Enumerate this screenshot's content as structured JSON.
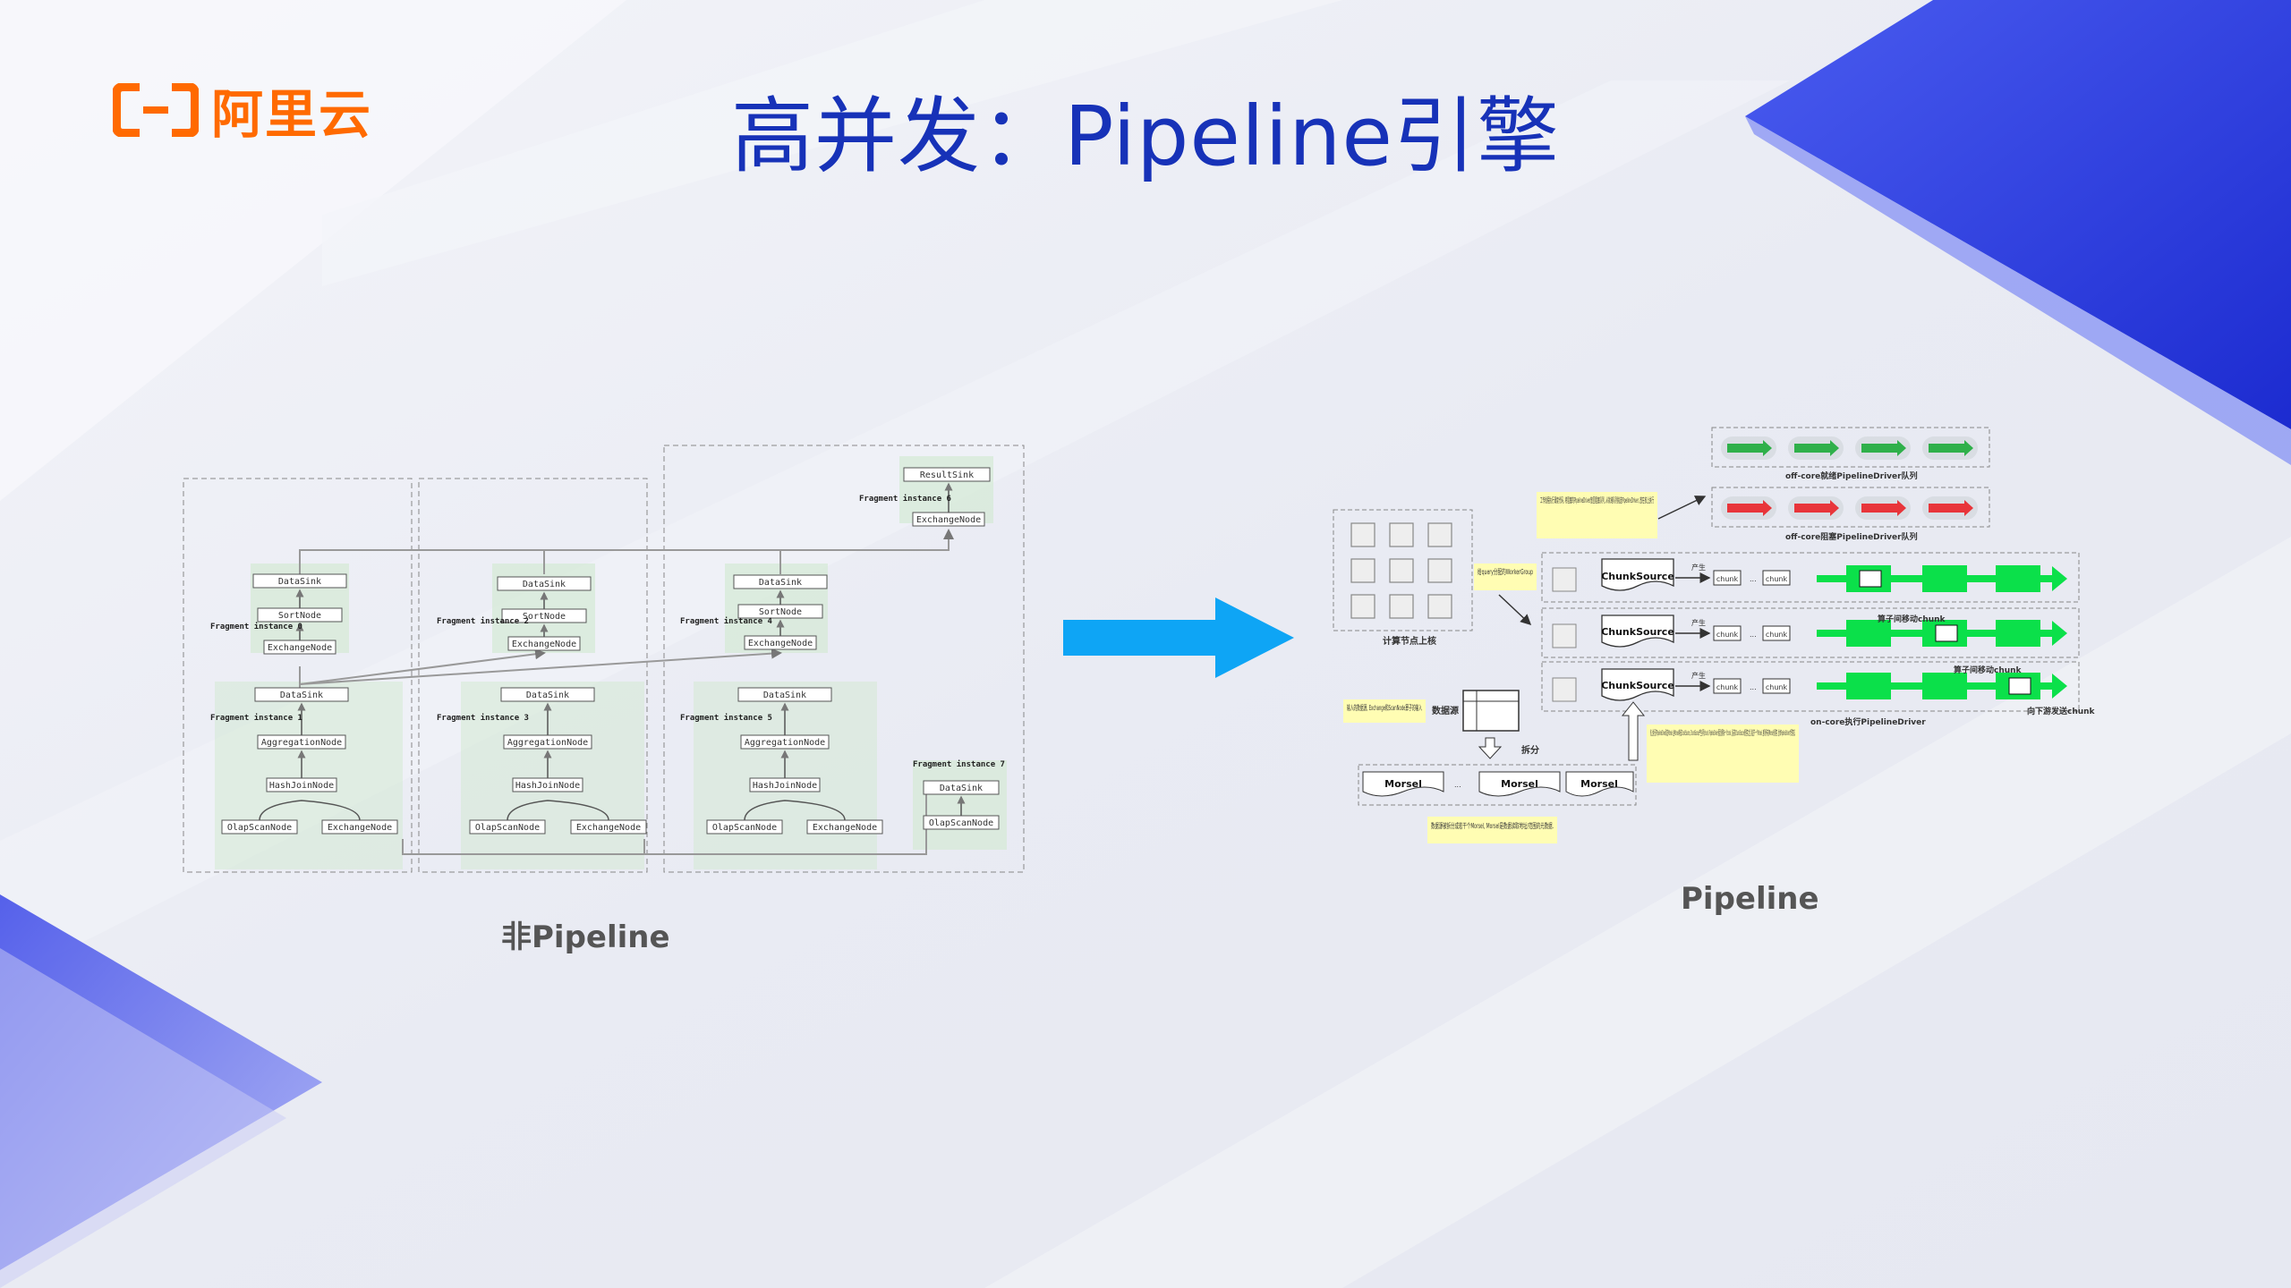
{
  "slide": {
    "title": "高并发：Pipeline引擎",
    "logo_text": "阿里云",
    "left_caption": "非Pipeline",
    "right_caption": "Pipeline"
  },
  "colors": {
    "title": "#1732b8",
    "logo": "#ff6a00",
    "arrow": "#0ea5f5",
    "chunk_green": "#0be04a",
    "chunk_red": "#e8353a",
    "fragment_fill": "#d4e9d4",
    "note_fill": "#fffdb3"
  },
  "left_diagram": {
    "fragments": [
      {
        "label": "Fragment instance 0"
      },
      {
        "label": "Fragment instance 1"
      },
      {
        "label": "Fragment instance 2"
      },
      {
        "label": "Fragment instance 3"
      },
      {
        "label": "Fragment instance 4"
      },
      {
        "label": "Fragment instance 5"
      },
      {
        "label": "Fragment instance 6"
      },
      {
        "label": "Fragment instance 7"
      }
    ],
    "node_labels": {
      "datasink": "DataSink",
      "sort": "SortNode",
      "exchange": "ExchangeNode",
      "aggregation": "AggregationNode",
      "hashjoin": "HashJoinNode",
      "olapscan": "OlapScanNode",
      "resultsink": "ResultSink"
    }
  },
  "right_diagram": {
    "compute_label": "计算节点上核",
    "workergroup_note": "给query分配的WorkerGroup",
    "worker_note": "工作线程执行调度代码, 将阻塞的PipelineDriver放回阻塞队列, 从就绪队列挑选PipelineDriver, 放在核上执行",
    "ready_queue_label": "off-core就绪PipelineDriver队列",
    "blocked_queue_label": "off-core阻塞PipelineDriver队列",
    "oncore_label": "on-core执行PipelineDriver",
    "chunksource": "ChunkSource",
    "produce": "产生",
    "chunk": "chunk",
    "dots": "...",
    "move_chunk_1": "算子间移动chunk",
    "move_chunk_2": "算子间移动chunk",
    "downstream": "向下游发送chunk",
    "datasource_label": "数据源",
    "datasource_note": "输入的数据源, Exchange和ScanNode算子的输入",
    "split_label": "拆分",
    "morsel": "Morsel",
    "morsel_note": "数据源被拆分成若干个Morsel, Morsel是数据读取地址/范围的元数据.",
    "driver_note": "核上执行的PipelineDriver取走Morsel, 由Morsel构造ChunkSource, ChunkSource产生系列chunk, PipelineDriver逐层处理每一个chunk, 当前的ChunkSource处理完之后, 挑选下一个Morsel, 直到所有的Morsel处理完, 全体PipelineDriver才算完成."
  }
}
